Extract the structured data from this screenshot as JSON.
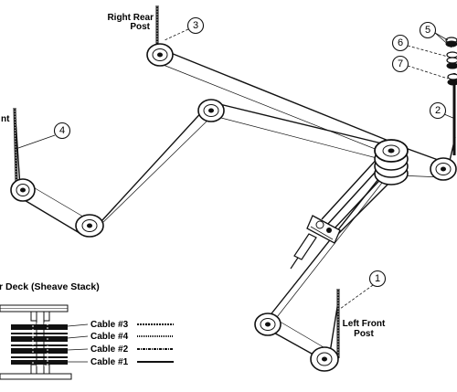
{
  "labels": {
    "right_rear_post": [
      "Right Rear",
      "Post"
    ],
    "left_front_post": [
      "Left Front",
      "Post"
    ],
    "left_rear_post_fragment": "nt",
    "sheave_stack_title": "r Deck (Sheave Stack)"
  },
  "callouts": [
    "1",
    "2",
    "3",
    "4",
    "5",
    "6",
    "7"
  ],
  "cable_legend": [
    "Cable #3",
    "Cable #4",
    "Cable #2",
    "Cable #1"
  ]
}
